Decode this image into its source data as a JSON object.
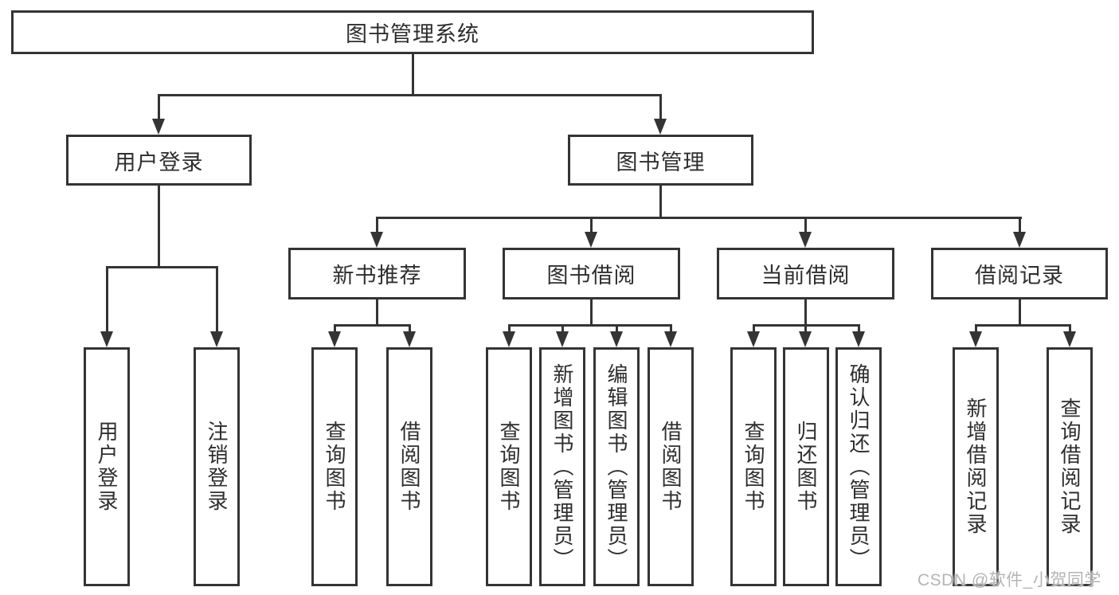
{
  "tree": {
    "label": "图书管理系统",
    "children": [
      {
        "label": "用户登录",
        "children": [
          {
            "label": "用户登录"
          },
          {
            "label": "注销登录"
          }
        ]
      },
      {
        "label": "图书管理",
        "children": [
          {
            "label": "新书推荐",
            "children": [
              {
                "label": "查询图书"
              },
              {
                "label": "借阅图书"
              }
            ]
          },
          {
            "label": "图书借阅",
            "children": [
              {
                "label": "查询图书"
              },
              {
                "label": "新增图书（管理员）"
              },
              {
                "label": "编辑图书（管理员）"
              },
              {
                "label": "借阅图书"
              }
            ]
          },
          {
            "label": "当前借阅",
            "children": [
              {
                "label": "查询图书"
              },
              {
                "label": "归还图书"
              },
              {
                "label": "确认归还（管理员）"
              }
            ]
          },
          {
            "label": "借阅记录",
            "children": [
              {
                "label": "新增借阅记录"
              },
              {
                "label": "查询借阅记录"
              }
            ]
          }
        ]
      }
    ]
  },
  "watermark": {
    "text": "CSDN @软件_小贺同学"
  },
  "colors": {
    "line": "#343434",
    "box_border": "#343434",
    "text": "#2e2e2e",
    "watermark": "#b4b4b4",
    "background": "#ffffff"
  }
}
